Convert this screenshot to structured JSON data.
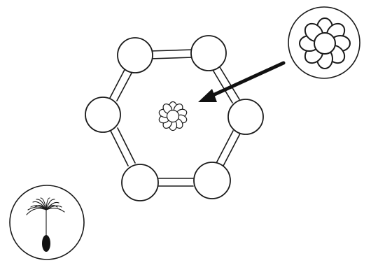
{
  "diagram": {
    "nodes": [
      {
        "name": "ring-circle"
      },
      {
        "name": "ring-circle"
      },
      {
        "name": "ring-circle"
      },
      {
        "name": "ring-circle"
      },
      {
        "name": "ring-circle"
      },
      {
        "name": "ring-circle"
      }
    ],
    "center_flower": {
      "icon": "flower-icon",
      "petals": 10
    },
    "inset_flower": {
      "icon": "flower-icon",
      "petals": 8
    },
    "inset_seed": {
      "icon": "dandelion-seed-icon"
    },
    "arrow": {
      "icon": "arrow-icon",
      "points_to": "center_flower"
    }
  },
  "colors": {
    "stroke": "#1a1a1a",
    "fill": "#ffffff",
    "seed": "#111111"
  }
}
